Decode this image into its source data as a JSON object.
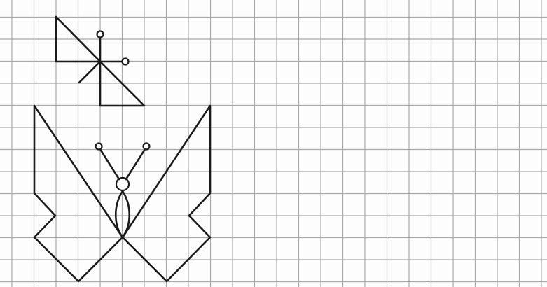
{
  "grid": {
    "color": "#a9a9a9",
    "cell_count_x": 24,
    "cell_count_y": 13
  },
  "figures": [
    {
      "name": "small-butterfly-half-drawn",
      "description_shown": false
    },
    {
      "name": "large-butterfly",
      "description_shown": false
    }
  ],
  "colors": {
    "background": "#fdfdfd",
    "ink": "#1a1a1a"
  }
}
